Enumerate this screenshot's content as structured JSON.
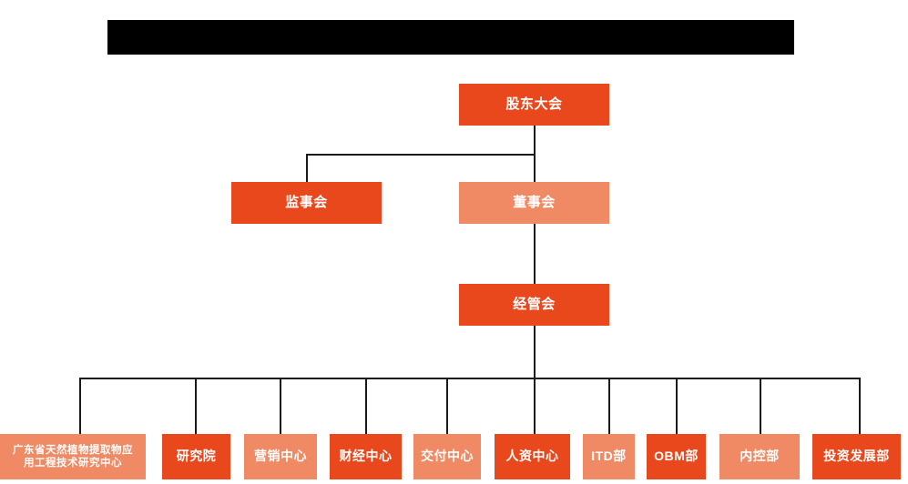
{
  "document": {
    "kind": "organization-chart",
    "title_bar": {
      "state": "redacted",
      "label": ""
    },
    "colors": {
      "accent_dark": "#E8481C",
      "accent_light": "#EF8A64",
      "connector": "#1a1a1a",
      "text": "#FFFFFF",
      "background": "#FFFFFF"
    }
  },
  "levels": {
    "level1": {
      "nodes": [
        {
          "id": "shareholders",
          "label": "股东大会",
          "tone": "dark"
        }
      ]
    },
    "level2": {
      "nodes": [
        {
          "id": "supervisors",
          "label": "监事会",
          "tone": "dark"
        },
        {
          "id": "directors",
          "label": "董事会",
          "tone": "light"
        }
      ]
    },
    "level3": {
      "nodes": [
        {
          "id": "management",
          "label": "经管会",
          "tone": "dark"
        }
      ]
    },
    "level4": {
      "nodes": [
        {
          "id": "gd-research-center",
          "label": "广东省天然植物提取物应\n用工程技术研究中心",
          "tone": "light"
        },
        {
          "id": "research-institute",
          "label": "研究院",
          "tone": "dark"
        },
        {
          "id": "marketing-center",
          "label": "营销中心",
          "tone": "light"
        },
        {
          "id": "finance-center",
          "label": "财经中心",
          "tone": "dark"
        },
        {
          "id": "delivery-center",
          "label": "交付中心",
          "tone": "light"
        },
        {
          "id": "hr-center",
          "label": "人资中心",
          "tone": "dark"
        },
        {
          "id": "itd-dept",
          "label": "ITD部",
          "tone": "light"
        },
        {
          "id": "obm-dept",
          "label": "OBM部",
          "tone": "dark"
        },
        {
          "id": "internal-control-dept",
          "label": "内控部",
          "tone": "light"
        },
        {
          "id": "investment-development-dept",
          "label": "投资发展部",
          "tone": "dark"
        }
      ]
    }
  }
}
